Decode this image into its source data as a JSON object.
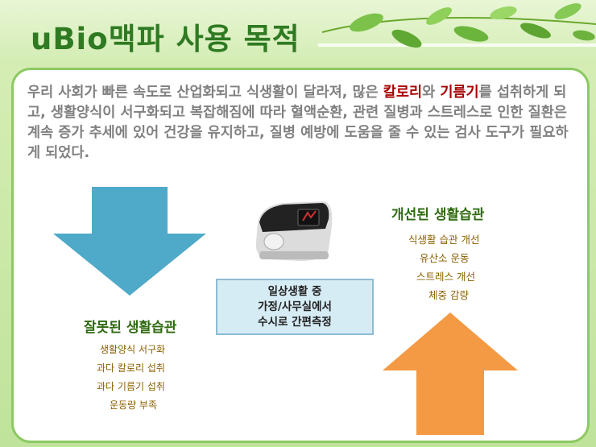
{
  "title": "uBio맥파 사용 목적",
  "intro": {
    "part1": "우리 사회가 빠른 속도로 산업화되고 식생활이 달라져, 많은 ",
    "hl1": "칼로리",
    "part2": "와 ",
    "hl2": "기름기",
    "part3": "를 섭취하게 되고, 생활양식이 서구화되고 복잡해짐에 따라 혈액순환, 관련 질병과 스트레스로 인한 질환은 계속 증가 추세에 있어 건강을 유지하고, 질병 예방에 도움을 줄 수 있는 검사 도구가 필요하게 되었다."
  },
  "center_box": {
    "lines": [
      "일상생활 중",
      "가정/사무실에서",
      "수시로 간편측정"
    ]
  },
  "wrong_habits": {
    "heading": "잘못된 생활습관",
    "items": [
      "생활양식 서구화",
      "과다 칼로리 섭취",
      "과다 기름기 섭취",
      "운동량 부족"
    ]
  },
  "improved_habits": {
    "heading": "개선된 생활습관",
    "items": [
      "식생활 습관 개선",
      "유산소 운동",
      "스트레스 개선",
      "체중 감량"
    ]
  },
  "colors": {
    "title": "#2f7a22",
    "highlight": "#a80000",
    "down_arrow": "#4fa9c8",
    "up_arrow": "#f49a44",
    "heading": "#2f6a10",
    "item": "#8a6000"
  }
}
